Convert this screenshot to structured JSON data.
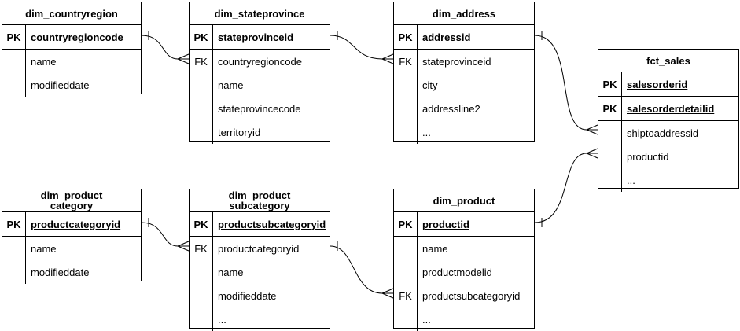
{
  "colors": {
    "background": "#ffffff",
    "line": "#000000",
    "text": "#000000"
  },
  "tables": [
    {
      "title": "dim_countryregion",
      "rows": [
        {
          "key": "PK",
          "field": "countryregioncode"
        },
        {
          "key": "",
          "field": "name"
        },
        {
          "key": "",
          "field": "modifieddate"
        }
      ]
    },
    {
      "title": "dim_stateprovince",
      "rows": [
        {
          "key": "PK",
          "field": "stateprovinceid"
        },
        {
          "key": "FK",
          "field": "countryregioncode"
        },
        {
          "key": "",
          "field": "name"
        },
        {
          "key": "",
          "field": "stateprovincecode"
        },
        {
          "key": "",
          "field": "territoryid"
        }
      ]
    },
    {
      "title": "dim_address",
      "rows": [
        {
          "key": "PK",
          "field": "addressid"
        },
        {
          "key": "FK",
          "field": "stateprovinceid"
        },
        {
          "key": "",
          "field": "city"
        },
        {
          "key": "",
          "field": "addressline2"
        },
        {
          "key": "",
          "field": "..."
        }
      ]
    },
    {
      "title": "fct_sales",
      "rows": [
        {
          "key": "PK",
          "field": "salesorderid"
        },
        {
          "key": "PK",
          "field": "salesorderdetailid"
        },
        {
          "key": "",
          "field": "shiptoaddressid"
        },
        {
          "key": "",
          "field": "productid"
        },
        {
          "key": "",
          "field": "..."
        }
      ]
    },
    {
      "title": "dim_product\ncategory",
      "rows": [
        {
          "key": "PK",
          "field": "productcategoryid"
        },
        {
          "key": "",
          "field": "name"
        },
        {
          "key": "",
          "field": "modifieddate"
        }
      ]
    },
    {
      "title": "dim_product\nsubcategory",
      "rows": [
        {
          "key": "PK",
          "field": "productsubcategoryid"
        },
        {
          "key": "FK",
          "field": "productcategoryid"
        },
        {
          "key": "",
          "field": "name"
        },
        {
          "key": "",
          "field": "modifieddate"
        },
        {
          "key": "",
          "field": "..."
        }
      ]
    },
    {
      "title": "dim_product",
      "rows": [
        {
          "key": "PK",
          "field": "productid"
        },
        {
          "key": "",
          "field": "name"
        },
        {
          "key": "",
          "field": "productmodelid"
        },
        {
          "key": "FK",
          "field": "productsubcategoryid"
        },
        {
          "key": "",
          "field": "..."
        }
      ]
    }
  ],
  "relationships": [
    {
      "from": "dim_countryregion.countryregioncode",
      "to": "dim_stateprovince.countryregioncode",
      "cardinality": "one-to-many"
    },
    {
      "from": "dim_stateprovince.stateprovinceid",
      "to": "dim_address.stateprovinceid",
      "cardinality": "one-to-many"
    },
    {
      "from": "dim_address.addressid",
      "to": "fct_sales.shiptoaddressid",
      "cardinality": "one-to-many"
    },
    {
      "from": "dim_product.productid",
      "to": "fct_sales.productid",
      "cardinality": "one-to-many"
    },
    {
      "from": "dim_productcategory.productcategoryid",
      "to": "dim_productsubcategory.productcategoryid",
      "cardinality": "one-to-many"
    },
    {
      "from": "dim_productsubcategory.productsubcategoryid",
      "to": "dim_product.productsubcategoryid",
      "cardinality": "one-to-many"
    }
  ]
}
